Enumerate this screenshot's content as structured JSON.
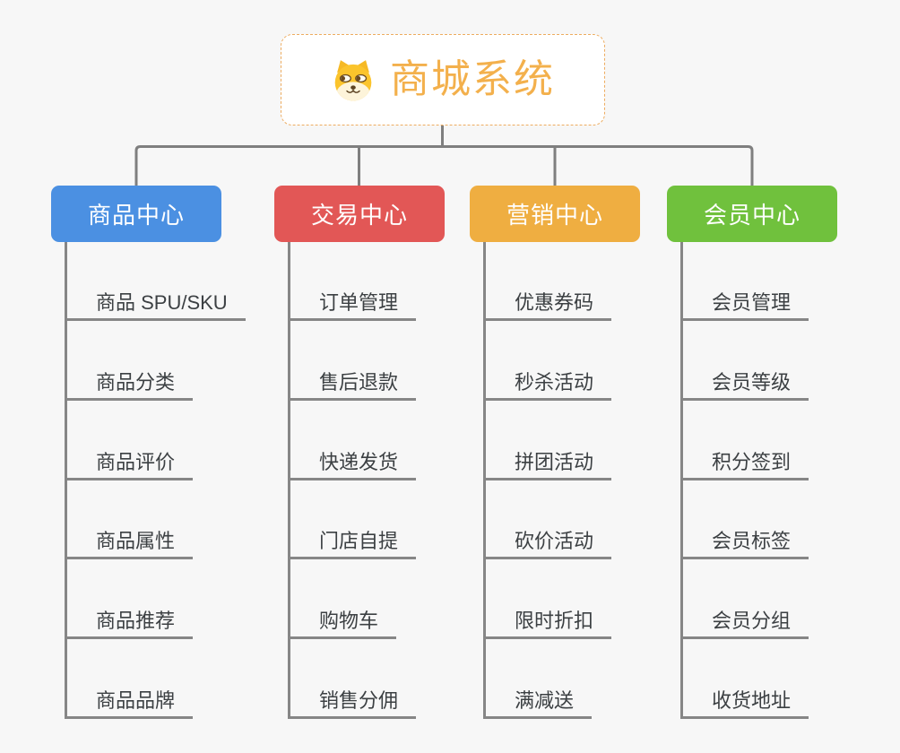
{
  "root": {
    "title": "商城系统",
    "icon": "shiba-dog-face-icon"
  },
  "colors": {
    "background": "#f7f7f7",
    "connector": "#7f7f7f",
    "line": "#868686",
    "item_text": "#3c4043",
    "root_text": "#f3b04c",
    "root_border": "#edac60"
  },
  "branches": [
    {
      "label": "商品中心",
      "color": "#4b90e2",
      "children": [
        "商品 SPU/SKU",
        "商品分类",
        "商品评价",
        "商品属性",
        "商品推荐",
        "商品品牌"
      ]
    },
    {
      "label": "交易中心",
      "color": "#e25756",
      "children": [
        "订单管理",
        "售后退款",
        "快递发货",
        "门店自提",
        "购物车",
        "销售分佣"
      ]
    },
    {
      "label": "营销中心",
      "color": "#efae41",
      "children": [
        "优惠券码",
        "秒杀活动",
        "拼团活动",
        "砍价活动",
        "限时折扣",
        "满减送"
      ]
    },
    {
      "label": "会员中心",
      "color": "#70c13d",
      "children": [
        "会员管理",
        "会员等级",
        "积分签到",
        "会员标签",
        "会员分组",
        "收货地址"
      ]
    }
  ]
}
